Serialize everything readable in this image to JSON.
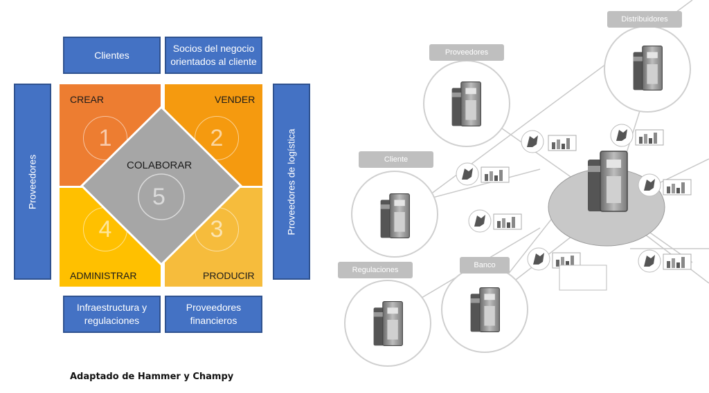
{
  "left_diagram": {
    "top_boxes": [
      "Clientes",
      "Socios del negocio\norientados al cliente"
    ],
    "bottom_boxes": [
      "Infraestructura y\nregulaciones",
      "Proveedores\nfinancieros"
    ],
    "side_left": "Proveedores",
    "side_right": "Proveedores de logística",
    "quadrants": [
      {
        "label": "CREAR",
        "number": "1",
        "color": "#ed7d31"
      },
      {
        "label": "VENDER",
        "number": "2",
        "color": "#f59a0f"
      },
      {
        "label": "ADMINISTRAR",
        "number": "4",
        "color": "#ffc000"
      },
      {
        "label": "PRODUCIR",
        "number": "3",
        "color": "#f6bc3c"
      }
    ],
    "center": {
      "label": "COLABORAR",
      "number": "5",
      "color": "#a6a6a6"
    }
  },
  "caption": "Adaptado de Hammer y Champy",
  "network": {
    "labels": [
      "Distribuidores",
      "Proveedores",
      "Cliente",
      "Regulaciones",
      "Banco"
    ]
  }
}
